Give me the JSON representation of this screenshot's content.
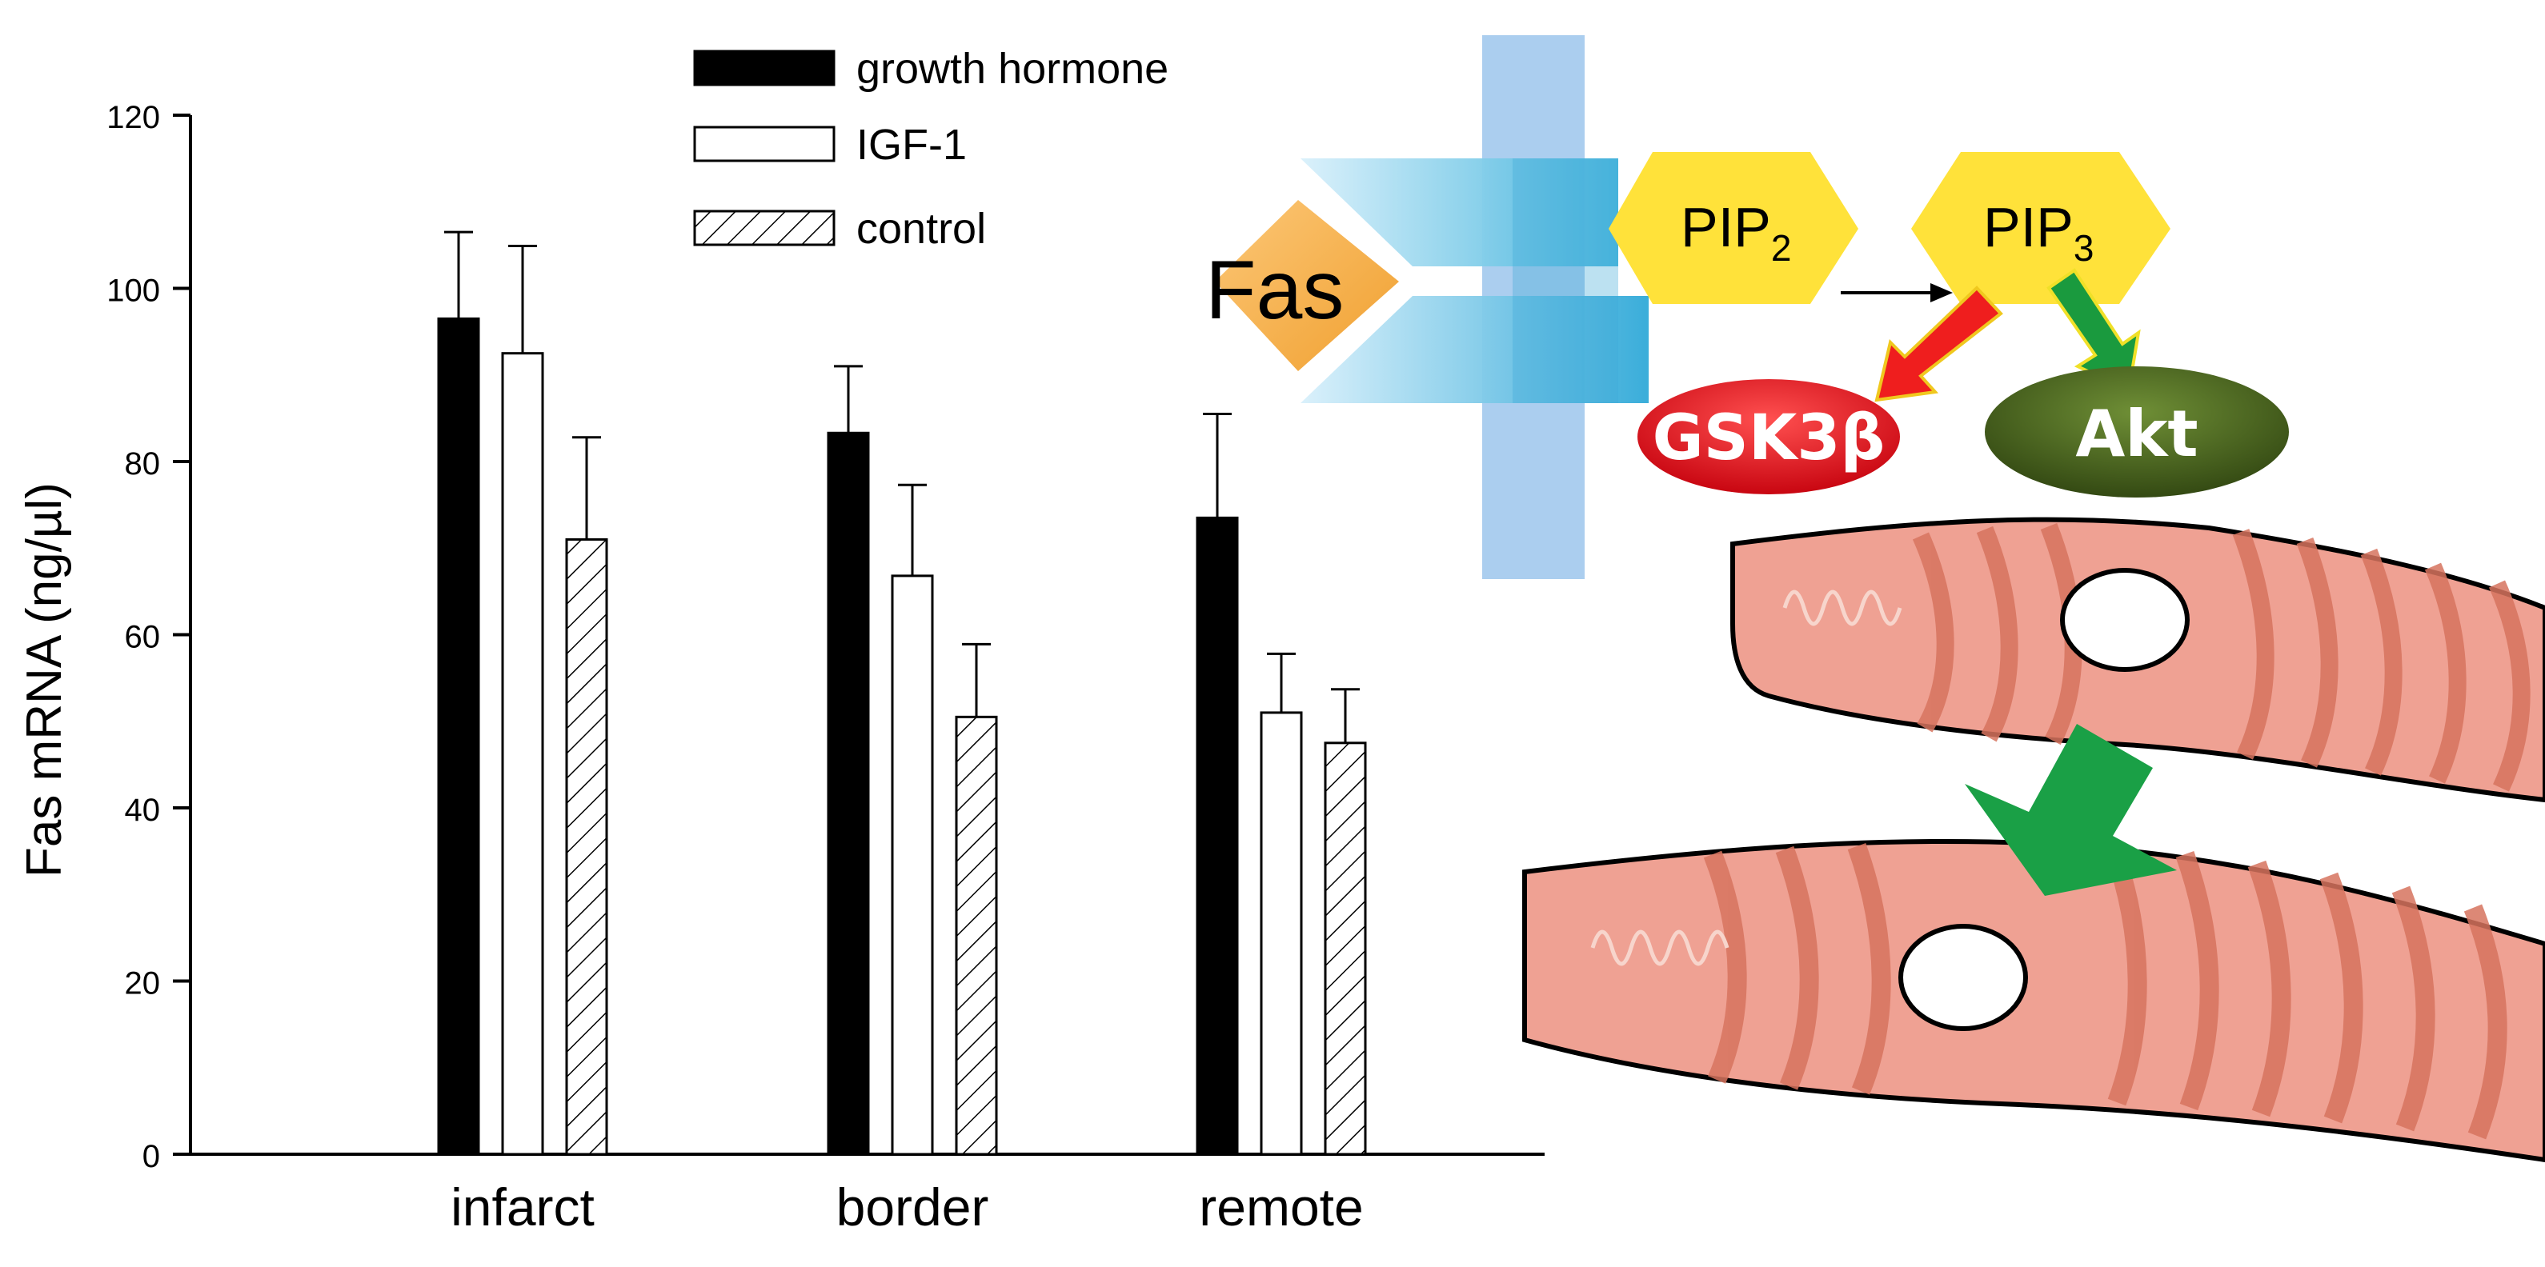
{
  "chart_data": {
    "type": "bar",
    "categories": [
      "infarct",
      "border",
      "remote"
    ],
    "series": [
      {
        "name": "growth hormone",
        "values": [
          96.5,
          83.3,
          73.5
        ],
        "errors": [
          10.0,
          7.7,
          12.0
        ],
        "fill": "#000000",
        "pattern": "solid"
      },
      {
        "name": "IGF-1",
        "values": [
          92.5,
          66.8,
          51.0
        ],
        "errors": [
          12.4,
          10.5,
          6.8
        ],
        "fill": "#ffffff",
        "pattern": "none"
      },
      {
        "name": "control",
        "values": [
          71.0,
          50.5,
          47.5
        ],
        "errors": [
          11.8,
          8.4,
          6.2
        ],
        "fill": "#ffffff",
        "pattern": "hatch"
      }
    ],
    "ylabel": "Fas mRNA (ng/µl)",
    "xlabel": "",
    "ylim": [
      0,
      120
    ],
    "yticks": [
      0,
      20,
      40,
      60,
      80,
      100,
      120
    ],
    "legend_position": "top-center",
    "grid": false
  },
  "diagram": {
    "ligand_label": "Fas",
    "pip2_base": "PIP",
    "pip2_sub": "2",
    "pip3_base": "PIP",
    "pip3_sub": "3",
    "gsk_label": "GSK3β",
    "akt_label": "Akt"
  },
  "colors": {
    "receptor": "#5fc3e4",
    "membrane": "#9cc5ec",
    "ligand": "#f4a63c",
    "pip": "#ffe23a",
    "gsk": "#e0101a",
    "akt": "#3f5a18",
    "red_arrow": "#ef1e1e",
    "green_arrow": "#1a9a3e",
    "cell": "#efa193",
    "cell_stripe": "#d7745f"
  }
}
